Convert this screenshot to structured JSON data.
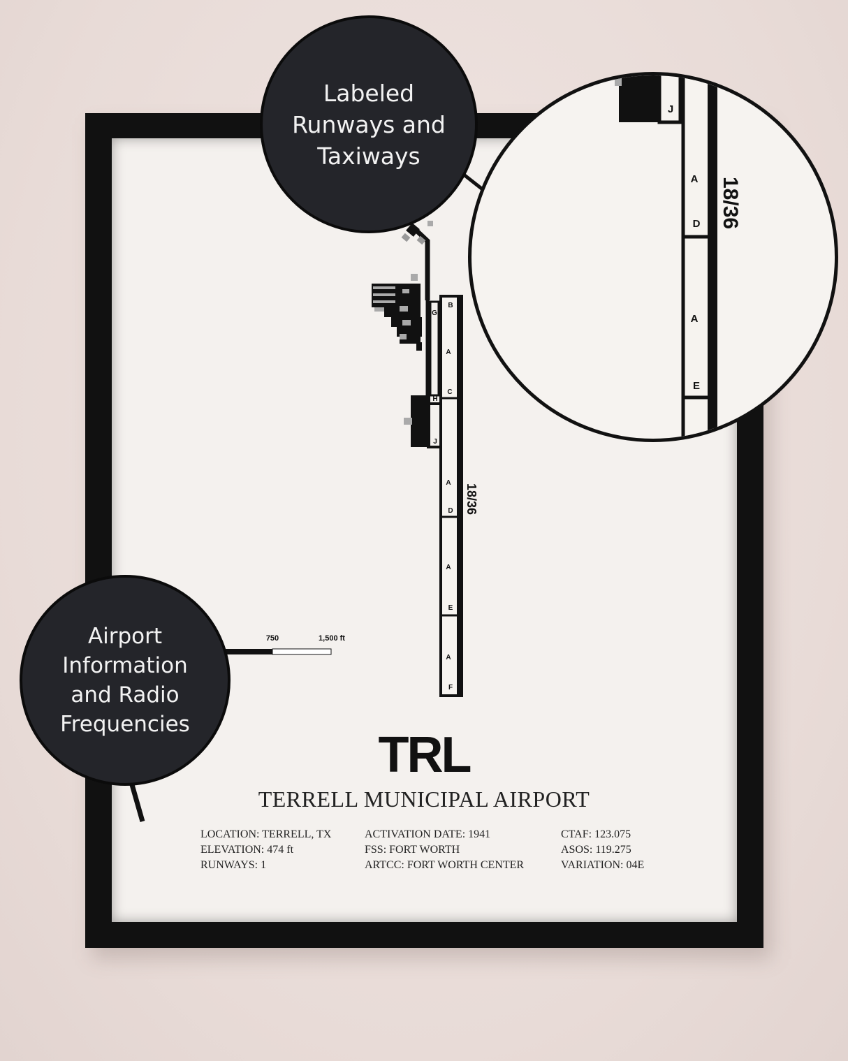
{
  "callouts": {
    "runways": "Labeled\nRunways and\nTaxiways",
    "info": "Airport\nInformation\nand Radio\nFrequencies"
  },
  "diagram": {
    "runway_label": "18/36",
    "taxiway_labels": [
      "B",
      "G",
      "A",
      "C",
      "H",
      "J",
      "A",
      "D",
      "A",
      "E",
      "A",
      "F"
    ],
    "scale": {
      "mid": "750",
      "end": "1,500 ft"
    }
  },
  "zoom": {
    "runway_label": "18/36",
    "taxiway_labels": [
      "J",
      "A",
      "D",
      "A",
      "E"
    ]
  },
  "airport": {
    "code": "TRL",
    "name": "TERRELL MUNICIPAL AIRPORT",
    "info_col1": [
      "LOCATION: TERRELL, TX",
      "ELEVATION: 474 ft",
      "RUNWAYS: 1"
    ],
    "info_col2": [
      "ACTIVATION DATE: 1941",
      "FSS: FORT WORTH",
      "ARTCC: FORT WORTH CENTER"
    ],
    "info_col3": [
      "CTAF: 123.075",
      "ASOS: 119.275",
      "VARIATION: 04E"
    ]
  },
  "colors": {
    "wall": "#ecdfdc",
    "frame": "#111111",
    "poster": "#f4f1ee",
    "callout": "#24252a"
  }
}
